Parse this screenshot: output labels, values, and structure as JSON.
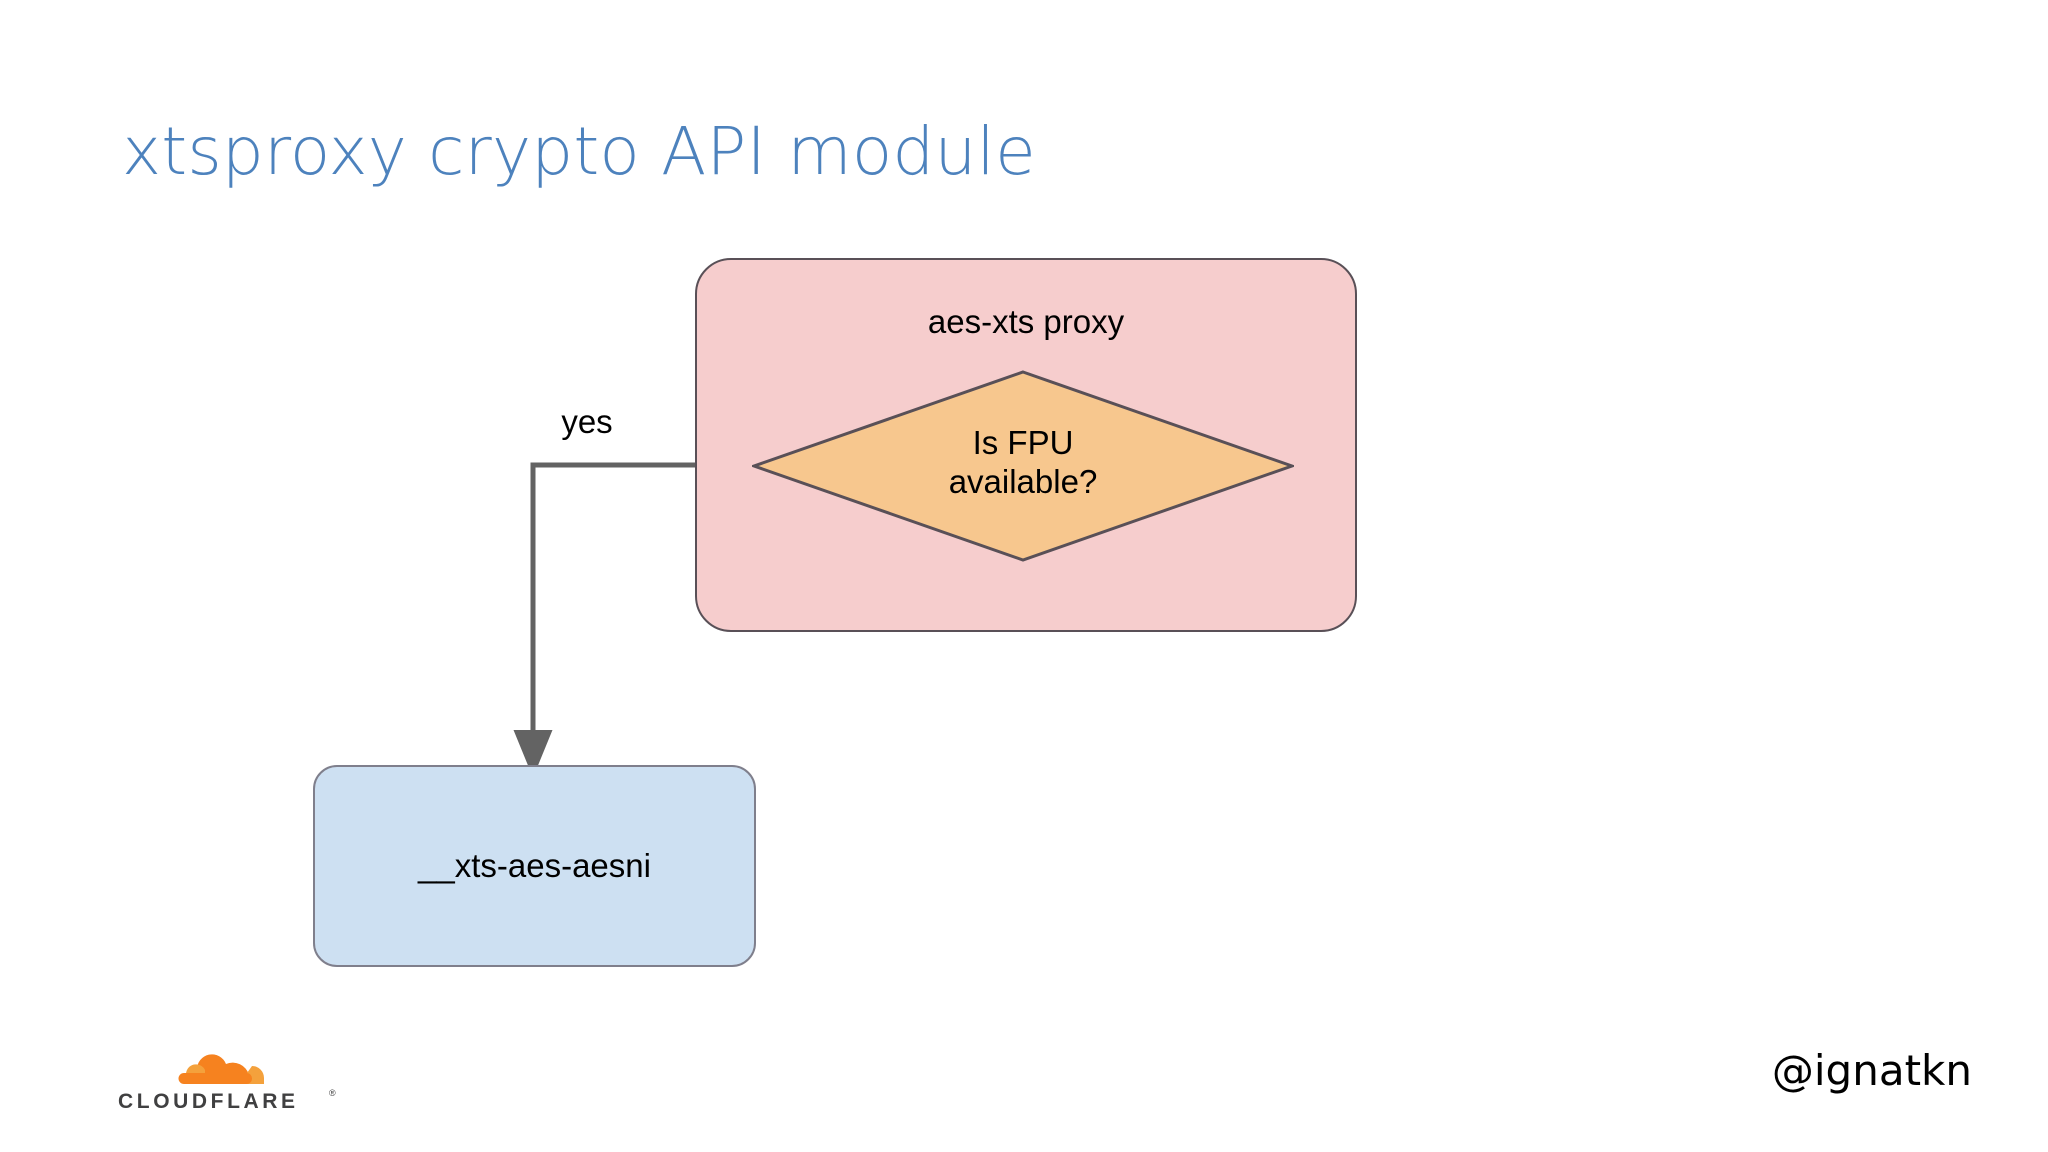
{
  "slide": {
    "title": "xtsproxy crypto API module",
    "title_color": "#4d82bd",
    "background_color": "#ffffff"
  },
  "diagram": {
    "type": "flowchart",
    "nodes": [
      {
        "id": "proxy-container",
        "label": "aes-xts proxy",
        "shape": "rounded-rectangle",
        "fill": "#f6cdcd",
        "stroke": "#595057"
      },
      {
        "id": "fpu-decision",
        "label": "Is FPU\navailable?",
        "label_line1": "Is FPU",
        "label_line2": "available?",
        "shape": "diamond",
        "fill": "#f7c78e",
        "stroke": "#595057"
      },
      {
        "id": "aesni-node",
        "label": "__xts-aes-aesni",
        "shape": "rounded-rectangle",
        "fill": "#cde0f2",
        "stroke": "#7f7f8c"
      }
    ],
    "edges": [
      {
        "id": "edge-yes",
        "from": "fpu-decision",
        "to": "aesni-node",
        "label": "yes",
        "stroke": "#636363",
        "arrowhead": "filled-triangle"
      }
    ]
  },
  "footer": {
    "logo_text": "CLOUDFLARE",
    "logo_trademark": "®",
    "logo_color": "#404041",
    "logo_cloud_color": "#f6821f",
    "handle": "@ignatkn"
  }
}
